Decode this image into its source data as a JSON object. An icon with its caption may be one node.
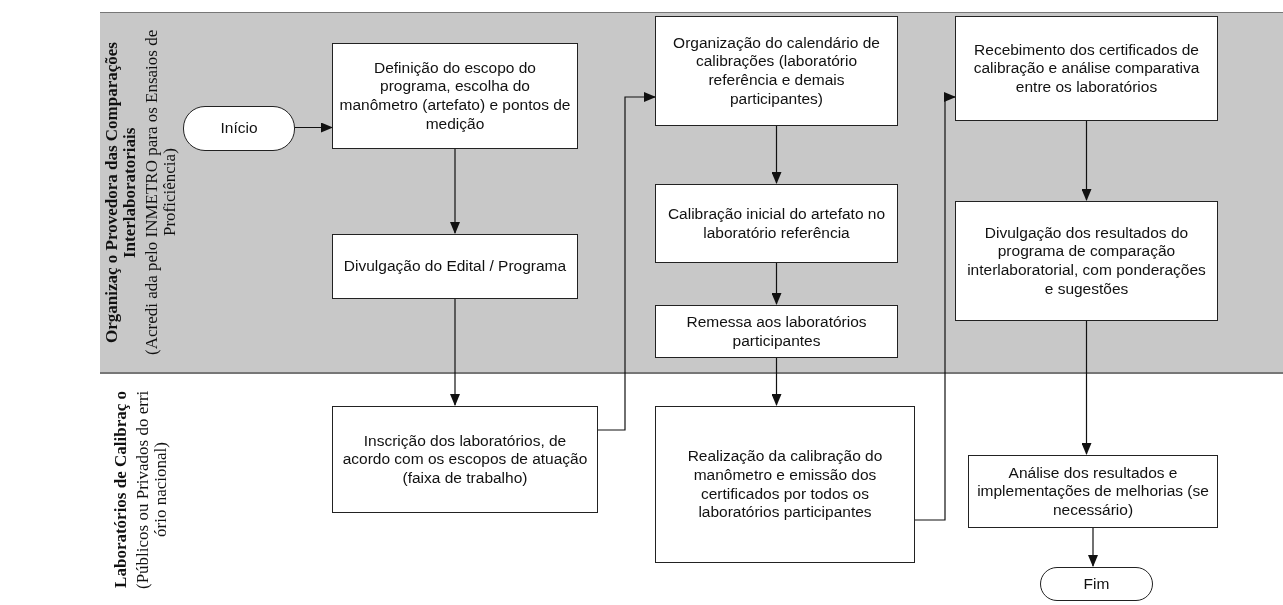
{
  "diagram": {
    "nodes": [
      {
        "text": [
          "Organizaç o Provedora das Comparações Interlaboratoriais",
          "(Acredi ada pelo INMETRO para os Ensaios de Proficiência)"
        ]
      },
      {
        "text": [
          "Início"
        ],
        "in": 0
      },
      {
        "text": [
          "Definição do escopo do programa, escolha do manômetro (artefato) e pontos de medição"
        ],
        "in": 0
      },
      {
        "text": [
          "Divulgação do Edital / Programa"
        ],
        "in": 0
      },
      {
        "text": [
          "Organização do calendário de calibrações (laboratório referência e demais participantes)"
        ],
        "in": 0
      },
      {
        "text": [
          "Calibração inicial do artefato no laboratório referência"
        ],
        "in": 0
      },
      {
        "text": [
          "Remessa aos laboratórios participantes"
        ],
        "in": 0
      },
      {
        "text": [
          "Recebimento dos certificados de calibração e análise comparativa entre os laboratórios"
        ],
        "in": 0
      },
      {
        "text": [
          "Divulgação dos resultados do programa de comparação interlaboratorial, com ponderações e sugestões"
        ],
        "in": 0
      },
      {
        "text": [
          "Laboratórios de Calibraç o",
          "(Públicos ou Privados do erri ório nacional)"
        ]
      },
      {
        "text": [
          "Inscrição dos laboratórios, de acordo com os escopos de atuação (faixa de trabalho)"
        ],
        "in": 9
      },
      {
        "text": [
          "Realização da calibração do manômetro e emissão dos certificados por todos os laboratórios participantes"
        ],
        "in": 9
      },
      {
        "text": [
          "Análise dos resultados e implementações de melhorias (se necessário)"
        ],
        "in": 9
      },
      {
        "text": [
          "Fim"
        ],
        "in": 9
      }
    ],
    "edges": [
      {
        "from": 1,
        "to": 2,
        "arrow": "to"
      },
      {
        "from": 2,
        "to": 3,
        "arrow": "to"
      },
      {
        "from": 3,
        "to": 10,
        "arrow": "to"
      },
      {
        "from": 10,
        "to": 4,
        "arrow": "to"
      },
      {
        "from": 4,
        "to": 5,
        "arrow": "to"
      },
      {
        "from": 5,
        "to": 6,
        "arrow": "to"
      },
      {
        "from": 6,
        "to": 11,
        "arrow": "to"
      },
      {
        "from": 11,
        "to": 7,
        "arrow": "to"
      },
      {
        "from": 7,
        "to": 8,
        "arrow": "to"
      },
      {
        "from": 8,
        "to": 12,
        "arrow": "to"
      },
      {
        "from": 12,
        "to": 13,
        "arrow": "to"
      }
    ]
  }
}
